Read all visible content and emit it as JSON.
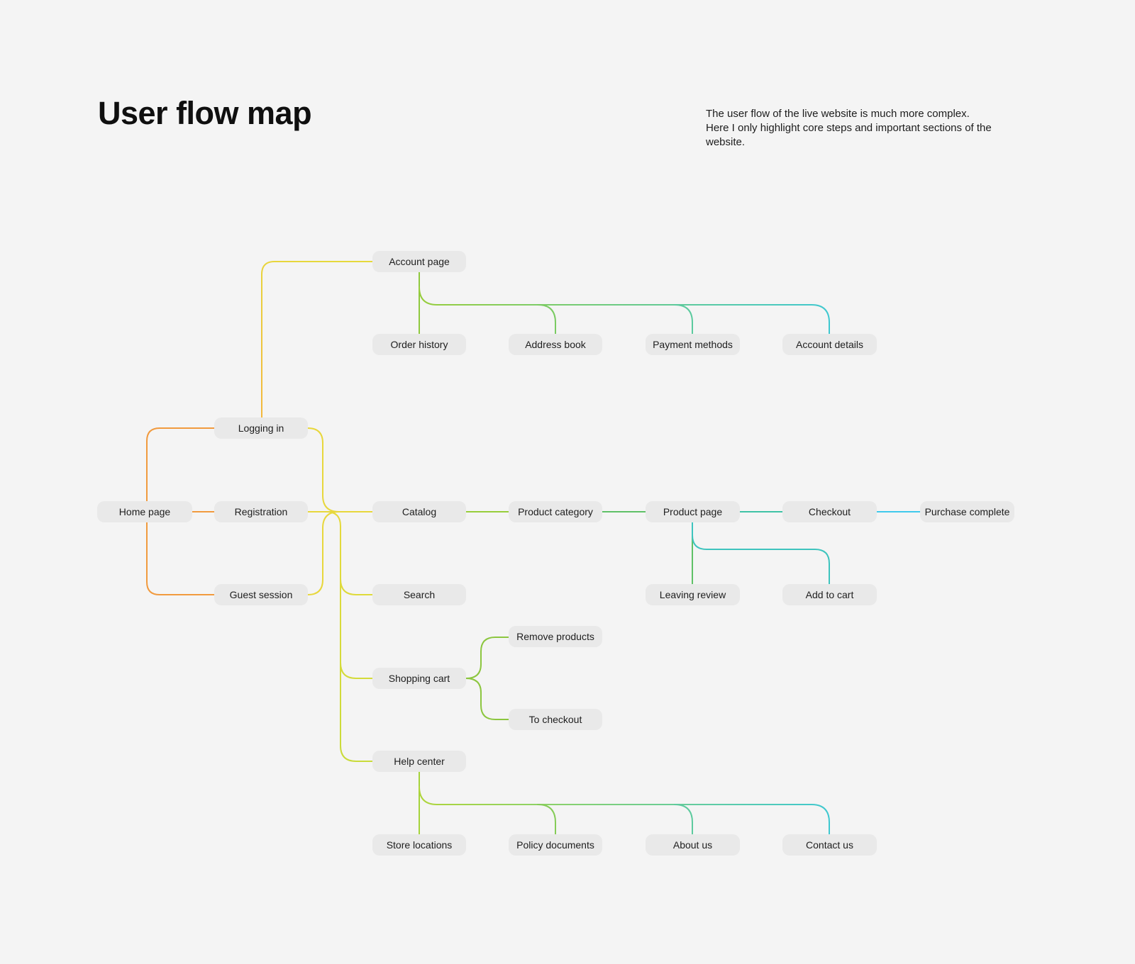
{
  "page": {
    "title": "User flow map",
    "note": {
      "line1": "The user flow of the live website is much more complex.",
      "line2": "Here I only highlight core steps and important sections of the website."
    }
  },
  "nodes": {
    "account_page": "Account page",
    "order_history": "Order history",
    "address_book": "Address book",
    "payment_methods": "Payment methods",
    "account_details": "Account details",
    "logging_in": "Logging in",
    "home_page": "Home page",
    "registration": "Registration",
    "guest_session": "Guest session",
    "catalog": "Catalog",
    "product_category": "Product category",
    "product_page": "Product page",
    "checkout": "Checkout",
    "purchase_complete": "Purchase complete",
    "search": "Search",
    "leaving_review": "Leaving review",
    "add_to_cart": "Add to cart",
    "remove_products": "Remove products",
    "shopping_cart": "Shopping cart",
    "to_checkout": "To checkout",
    "help_center": "Help center",
    "store_locations": "Store locations",
    "policy_documents": "Policy documents",
    "about_us": "About us",
    "contact_us": "Contact us"
  },
  "edges": [
    {
      "from": "home_page",
      "to": "logging_in"
    },
    {
      "from": "home_page",
      "to": "registration"
    },
    {
      "from": "home_page",
      "to": "guest_session"
    },
    {
      "from": "logging_in",
      "to": "account_page"
    },
    {
      "from": "account_page",
      "to": "order_history"
    },
    {
      "from": "account_page",
      "to": "address_book"
    },
    {
      "from": "account_page",
      "to": "payment_methods"
    },
    {
      "from": "account_page",
      "to": "account_details"
    },
    {
      "from": "logging_in",
      "to": "main_trunk"
    },
    {
      "from": "registration",
      "to": "main_trunk"
    },
    {
      "from": "guest_session",
      "to": "main_trunk"
    },
    {
      "from": "main_trunk",
      "to": "catalog"
    },
    {
      "from": "main_trunk",
      "to": "search"
    },
    {
      "from": "main_trunk",
      "to": "shopping_cart"
    },
    {
      "from": "main_trunk",
      "to": "help_center"
    },
    {
      "from": "catalog",
      "to": "product_category"
    },
    {
      "from": "product_category",
      "to": "product_page"
    },
    {
      "from": "product_page",
      "to": "checkout"
    },
    {
      "from": "checkout",
      "to": "purchase_complete"
    },
    {
      "from": "product_page",
      "to": "leaving_review"
    },
    {
      "from": "product_page",
      "to": "add_to_cart"
    },
    {
      "from": "shopping_cart",
      "to": "remove_products"
    },
    {
      "from": "shopping_cart",
      "to": "to_checkout"
    },
    {
      "from": "help_center",
      "to": "store_locations"
    },
    {
      "from": "help_center",
      "to": "policy_documents"
    },
    {
      "from": "help_center",
      "to": "about_us"
    },
    {
      "from": "help_center",
      "to": "contact_us"
    }
  ],
  "colors": {
    "background": "#F4F4F4",
    "node_background": "#E9E9E9",
    "text": "#1E1E1E",
    "line_orange": "#F19A3E",
    "line_yellow": "#E8D73C",
    "line_lime": "#A9D23A",
    "line_green": "#5FC167",
    "line_teal": "#3FC3A6",
    "line_cyan": "#3FC9EC"
  }
}
